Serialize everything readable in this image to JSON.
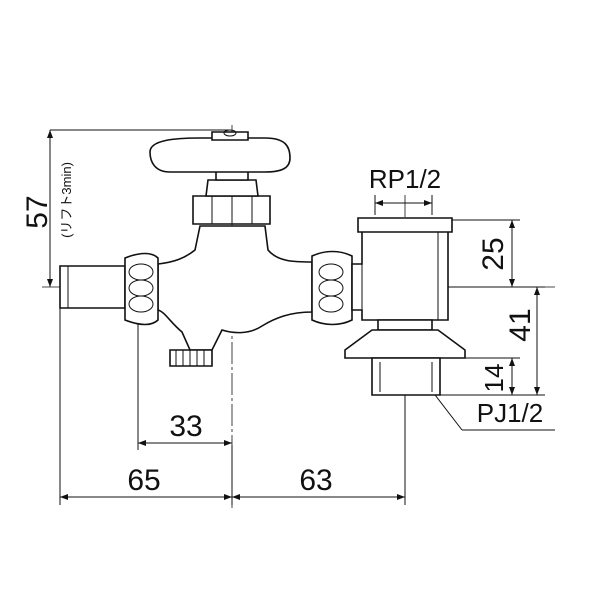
{
  "dimensions": {
    "height_57": "57",
    "lift_note": "(リフト3min)",
    "width_33": "33",
    "width_65": "65",
    "width_63": "63",
    "height_25": "25",
    "height_41": "41",
    "height_14": "14"
  },
  "threads": {
    "top_connection": "RP1/2",
    "bottom_connection": "PJ1/2"
  }
}
